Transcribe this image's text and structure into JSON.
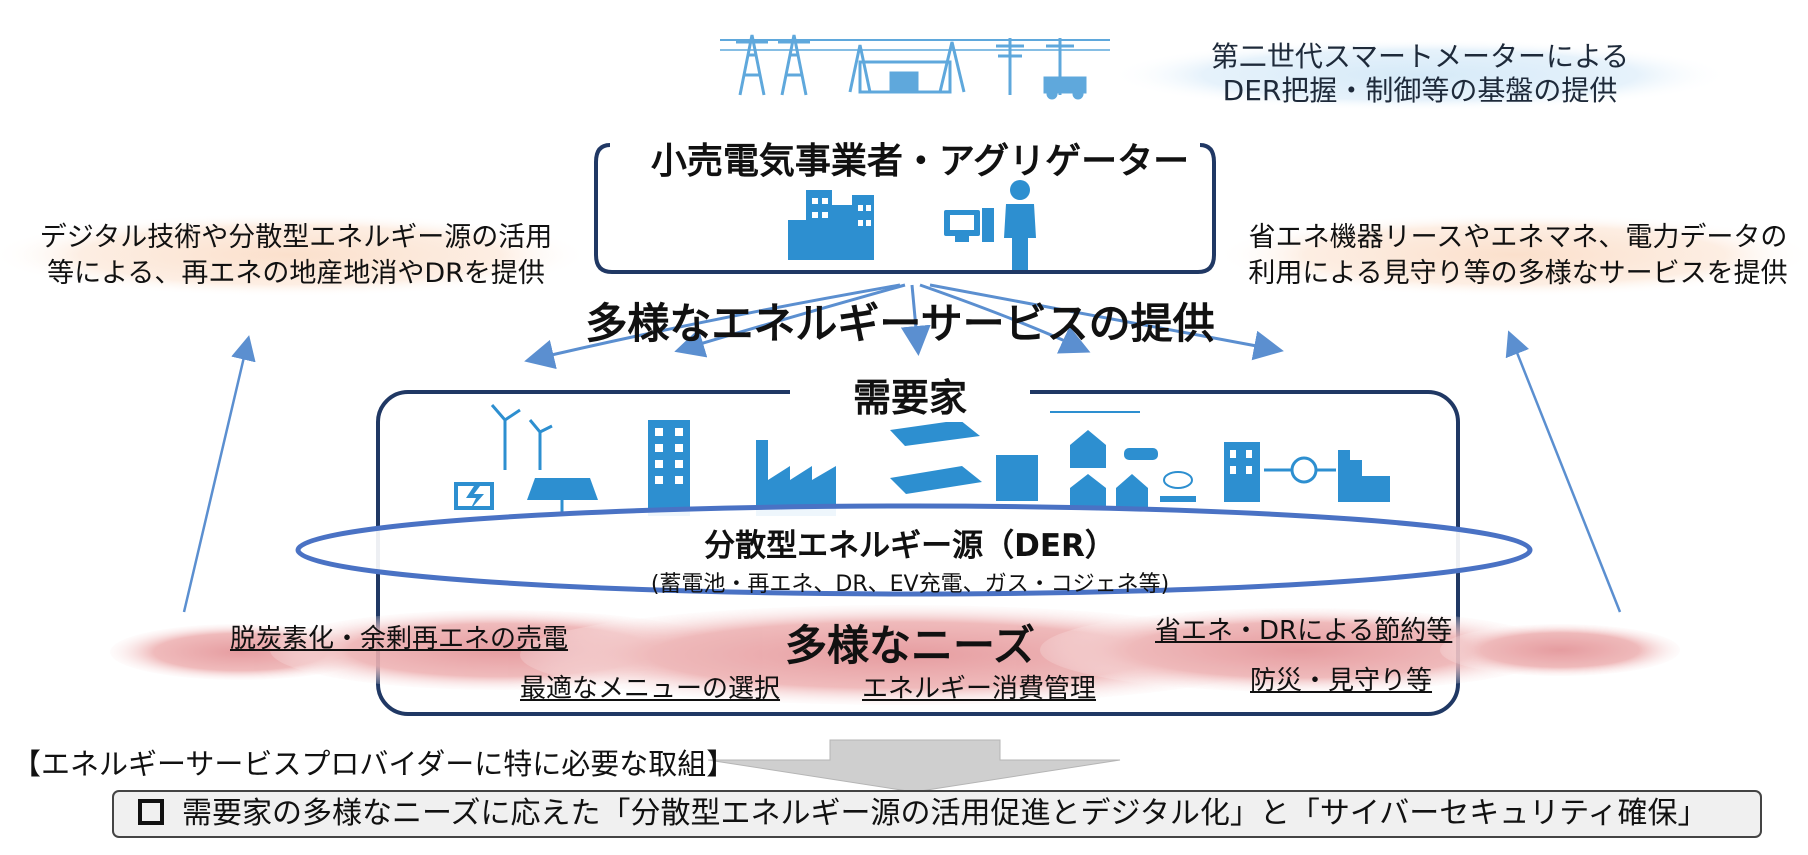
{
  "top_note": {
    "line1": "第二世代スマートメーターによる",
    "line2": "DER把握・制御等の基盤の提供"
  },
  "retailer": {
    "title": "小売電気事業者・アグリゲーター"
  },
  "left_note": {
    "line1": "デジタル技術や分散型エネルギー源の活用",
    "line2": "等による、再エネの地産地消やDRを提供"
  },
  "right_note": {
    "line1": "省エネ機器リースやエネマネ、電力データの",
    "line2": "利用による見守り等の多様なサービスを提供"
  },
  "service_title": "多様なエネルギーサービスの提供",
  "consumer": {
    "title": "需要家"
  },
  "der": {
    "title": "分散型エネルギー源（DER）",
    "subtitle": "(蓄電池・再エネ、DR、EV充電、ガス・コジェネ等)"
  },
  "needs": {
    "title": "多様なニーズ",
    "items": [
      "脱炭素化・余剰再エネの売電",
      "省エネ・DRによる節約等",
      "最適なメニューの選択",
      "エネルギー消費管理",
      "防災・見守り等"
    ]
  },
  "initiatives_heading": "【エネルギーサービスプロバイダーに特に必要な取組】",
  "bottom_box": {
    "text": "需要家の多様なニーズに応えた「分散型エネルギー源の活用促進とデジタル化」と「サイバーセキュリティ確保」"
  },
  "colors": {
    "icon_blue": "#2d8fd0",
    "frame_navy": "#203864",
    "ellipse_blue": "#4a72c4",
    "arrow_blue": "#5b8fd0",
    "needs_pink": "#e8a8aa",
    "note_bg_blue": "#dcecf8",
    "note_bg_orange": "#fbe3d2",
    "bottom_arrow_gray": "#cfcfcf"
  },
  "icons": [
    "transmission-tower-icon",
    "substation-icon",
    "utility-pole-truck-icon",
    "office-buildings-icon",
    "computer-person-icon",
    "wind-battery-solar-icon",
    "tall-building-icon",
    "factory-icon",
    "farmland-icon",
    "houses-ev-icon",
    "building-exchange-icon"
  ]
}
